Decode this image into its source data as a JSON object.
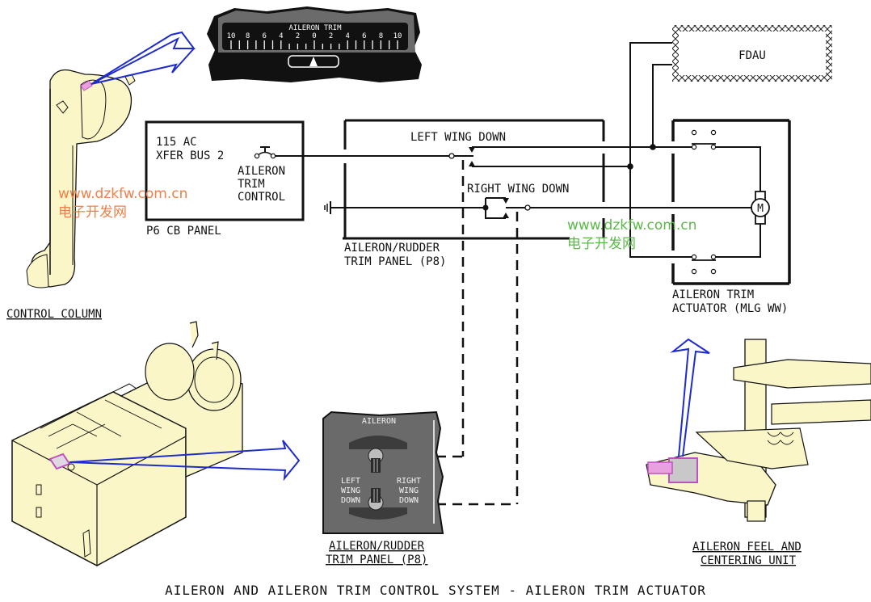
{
  "title": "AILERON AND AILERON TRIM CONTROL SYSTEM - AILERON TRIM ACTUATOR",
  "trim_indicator": {
    "label": "AILERON TRIM",
    "scale_left": [
      "10",
      "8",
      "6",
      "4",
      "2"
    ],
    "scale_center": "0",
    "scale_right": [
      "2",
      "4",
      "6",
      "8",
      "10"
    ]
  },
  "cb_panel": {
    "bus_line1": "115 AC",
    "bus_line2": "XFER BUS 2",
    "breaker_line1": "AILERON",
    "breaker_line2": "TRIM",
    "breaker_line3": "CONTROL",
    "panel_name": "P6 CB PANEL"
  },
  "trim_switch": {
    "left_wing_down": "LEFT WING DOWN",
    "right_wing_down": "RIGHT WING DOWN",
    "panel_name_line1": "AILERON/RUDDER",
    "panel_name_line2": "TRIM PANEL (P8)"
  },
  "fdau": {
    "label": "FDAU"
  },
  "actuator": {
    "motor_symbol": "M",
    "name_line1": "AILERON TRIM",
    "name_line2": "ACTUATOR (MLG WW)"
  },
  "control_column": {
    "label": "CONTROL COLUMN"
  },
  "p8_panel": {
    "header": "AILERON",
    "left_line1": "LEFT",
    "left_line2": "WING",
    "left_line3": "DOWN",
    "right_line1": "RIGHT",
    "right_line2": "WING",
    "right_line3": "DOWN",
    "caption_line1": "AILERON/RUDDER",
    "caption_line2": "TRIM PANEL (P8)"
  },
  "feel_unit": {
    "caption_line1": "AILERON FEEL AND",
    "caption_line2": "CENTERING UNIT"
  },
  "watermarks": [
    {
      "url": "www.dzkfw.com.cn",
      "name": "电子开发网",
      "color": "#f07f4a"
    },
    {
      "url": "www.dzkfw.com.cn",
      "name": "电子开发网",
      "color": "#5cb84a"
    }
  ],
  "colors": {
    "pointer_arrow": "#1f2ccc",
    "highlight": "#c050c0",
    "component_fill": "#fbf6c8",
    "panel_gray": "#6a6a6a"
  }
}
